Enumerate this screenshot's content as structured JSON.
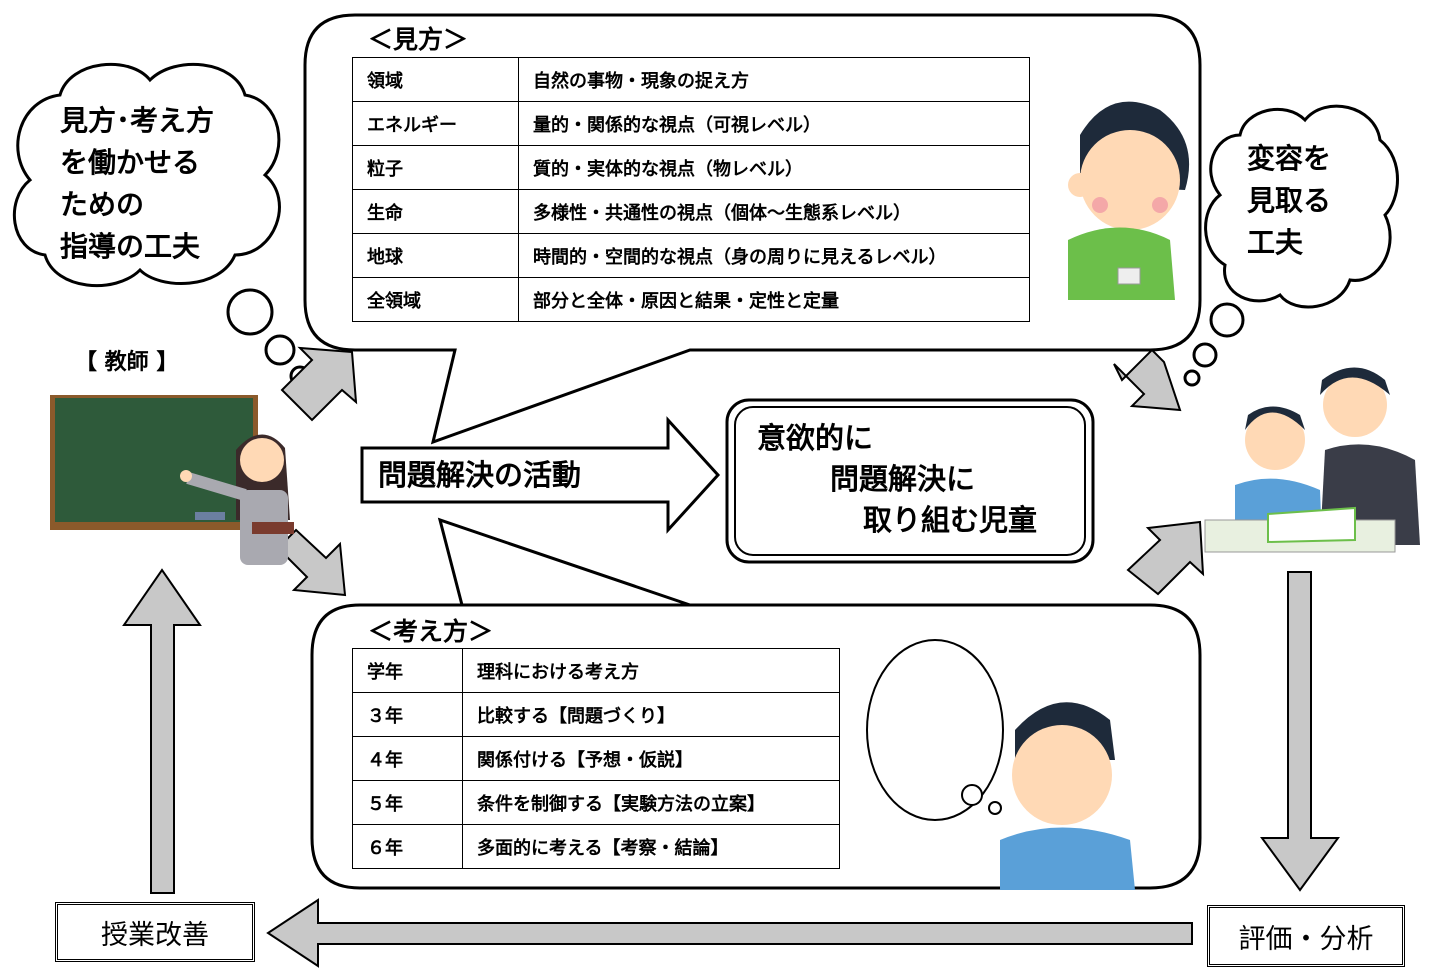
{
  "thought_left": [
    "見方･考え方",
    "を働かせる",
    "ための",
    "指導の工夫"
  ],
  "thought_right": [
    "変容を",
    "見取る",
    "工夫"
  ],
  "teacher_label": "【 教師 】",
  "mikata": {
    "title": "＜見方＞",
    "rows": [
      {
        "k": "領域",
        "v": "自然の事物・現象の捉え方"
      },
      {
        "k": "エネルギー",
        "v": "量的・関係的な視点（可視レベル）"
      },
      {
        "k": "粒子",
        "v": "質的・実体的な視点（物レベル）"
      },
      {
        "k": "生命",
        "v": "多様性・共通性の視点（個体～生態系レベル）"
      },
      {
        "k": "地球",
        "v": "時間的・空間的な視点（身の周りに見えるレベル）"
      },
      {
        "k": "全領域",
        "v": "部分と全体・原因と結果・定性と定量"
      }
    ]
  },
  "kangaekata": {
    "title": "＜考え方＞",
    "rows": [
      {
        "k": "学年",
        "v": "理科における考え方"
      },
      {
        "k": "３年",
        "v": "比較する【問題づくり】"
      },
      {
        "k": "４年",
        "v": "関係付ける【予想・仮説】"
      },
      {
        "k": "５年",
        "v": "条件を制御する【実験方法の立案】"
      },
      {
        "k": "６年",
        "v": "多面的に考える【考察・結論】"
      }
    ]
  },
  "activity_label": "問題解決の活動",
  "goal_lines": [
    "意欲的に",
    "問題解決に",
    "取り組む児童"
  ],
  "improve_label": "授業改善",
  "evaluate_label": "評価・分析",
  "colors": {
    "arrow_fill": "#c8c8c8",
    "blackboard": "#2e5a3a",
    "board_frame": "#8b5a2b",
    "shirt_green": "#6cbf4a",
    "shirt_blue": "#5aa0d8",
    "skin": "#ffd9b5",
    "hair": "#1e2a3a"
  }
}
